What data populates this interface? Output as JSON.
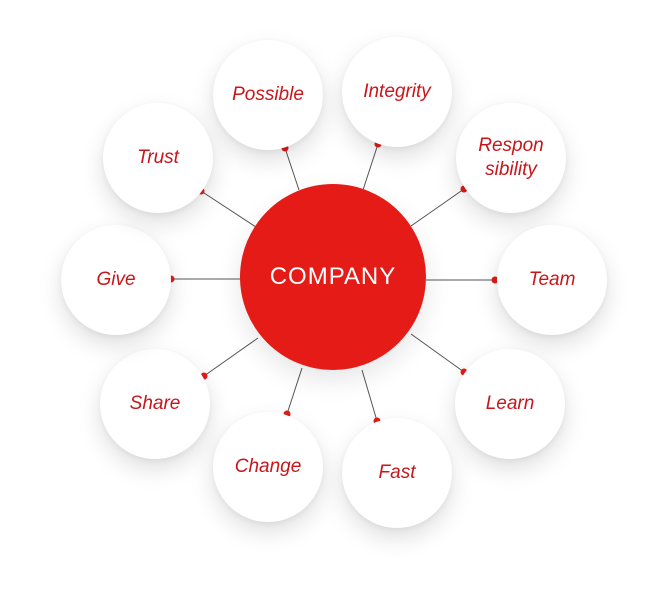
{
  "center": {
    "label": "COMPANY"
  },
  "nodes": [
    {
      "id": "possible",
      "label": "Possible"
    },
    {
      "id": "integrity",
      "label": "Integrity"
    },
    {
      "id": "responsibility",
      "label": "Respon\nsibility"
    },
    {
      "id": "team",
      "label": "Team"
    },
    {
      "id": "learn",
      "label": "Learn"
    },
    {
      "id": "fast",
      "label": "Fast"
    },
    {
      "id": "change",
      "label": "Change"
    },
    {
      "id": "share",
      "label": "Share"
    },
    {
      "id": "give",
      "label": "Give"
    },
    {
      "id": "trust",
      "label": "Trust"
    }
  ],
  "colors": {
    "accent": "#e41b17",
    "text": "#c8161b",
    "connector": "#555555",
    "node_fill": "#ffffff"
  }
}
